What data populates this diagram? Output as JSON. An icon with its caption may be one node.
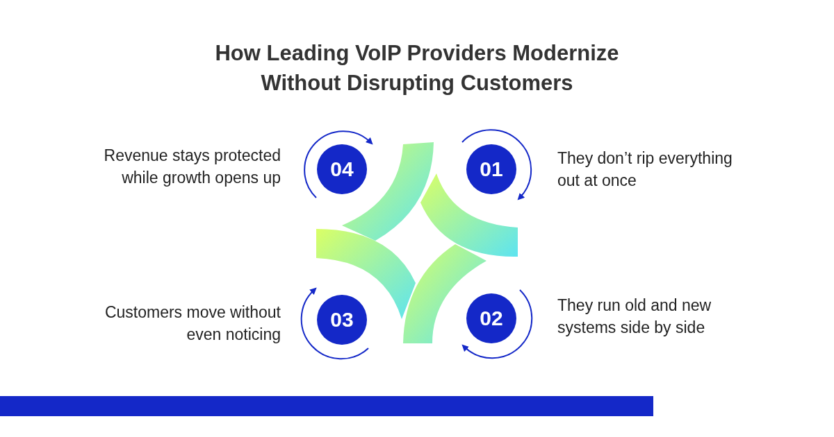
{
  "diagram": {
    "title": "How Leading VoIP Providers Modernize Without Disrupting Customers",
    "nodes": [
      {
        "text": [
          "04"
        ],
        "beside": [
          "Revenue stays protected while growth opens up"
        ]
      },
      {
        "text": [
          "01"
        ],
        "beside": [
          "They don’t rip everything out at once"
        ]
      },
      {
        "text": [
          "03"
        ],
        "beside": [
          "Customers move without even noticing"
        ]
      },
      {
        "text": [
          "02"
        ],
        "beside": [
          "They run old and new systems side by side"
        ]
      }
    ]
  }
}
